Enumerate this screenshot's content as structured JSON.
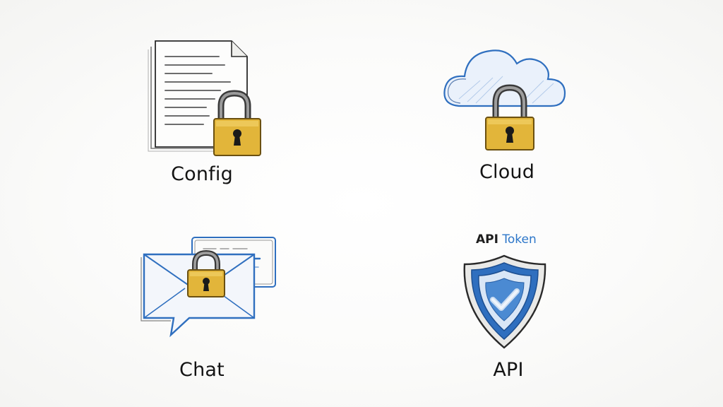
{
  "items": [
    {
      "label": "Config",
      "icon": "locked-document-icon"
    },
    {
      "label": "Cloud",
      "icon": "locked-cloud-icon"
    },
    {
      "label": "Chat",
      "icon": "locked-chat-envelope-icon"
    },
    {
      "label": "API",
      "icon": "shield-check-icon"
    }
  ],
  "api_token": {
    "word1": "API",
    "word2": "Token"
  },
  "colors": {
    "lock_gold": "#e2b53a",
    "lock_gold_dark": "#b98a1c",
    "sketch_blue": "#2f6fbf",
    "ink": "#222222"
  }
}
